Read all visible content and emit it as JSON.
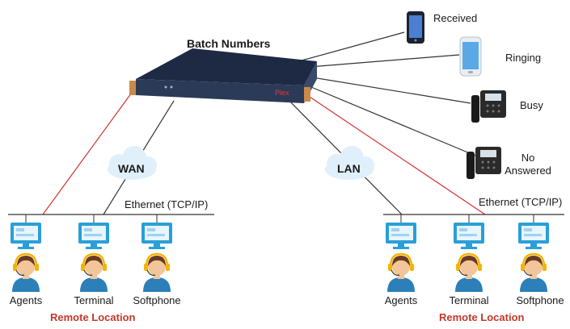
{
  "device": {
    "title": "Batch Numbers",
    "brand": "Plex"
  },
  "phones": [
    {
      "label": "Received",
      "icon": "smartphone-icon"
    },
    {
      "label": "Ringing",
      "icon": "smartphone-icon"
    },
    {
      "label": "Busy",
      "icon": "desk-phone-icon"
    },
    {
      "label": "No\nAnswered",
      "icon": "desk-phone-icon"
    }
  ],
  "clouds": {
    "left": "WAN",
    "right": "LAN"
  },
  "left_site": {
    "network_label": "Ethernet (TCP/IP)",
    "users": [
      "Agents",
      "Terminal",
      "Softphone"
    ],
    "location": "Remote Location"
  },
  "right_site": {
    "network_label": "Ethernet (TCP/IP)",
    "users": [
      "Agents",
      "Terminal",
      "Softphone"
    ],
    "location": "Remote Location"
  },
  "colors": {
    "device_body": "#2b3a57",
    "cloud": "#dff0fb",
    "monitor": "#2a9fd6",
    "headset": "#f4b400",
    "red_line": "#d0312d",
    "black_line": "#333333"
  }
}
